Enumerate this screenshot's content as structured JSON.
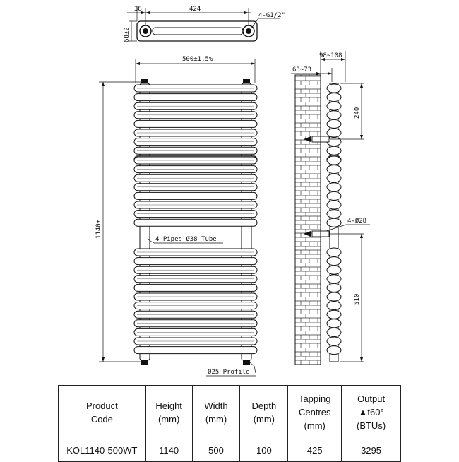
{
  "drawing": {
    "top_view": {
      "dim_offset": "38",
      "dim_centres": "424",
      "dim_depth": "68±2",
      "thread_note": "4-G1/2\""
    },
    "front_view": {
      "dim_width": "500±1.5%",
      "dim_height": "1140±",
      "pipes_note": "4 Pipes Ø38 Tube",
      "profile_note": "Ø25 Profile"
    },
    "side_view": {
      "dim_projection": "98~108",
      "dim_wall_gap": "63~73",
      "dim_top_bracket": "240",
      "dim_bottom_bracket": "510",
      "fixings_note": "4-Ø28"
    }
  },
  "spec_table": {
    "headers": {
      "product_code": [
        "Product",
        "Code"
      ],
      "height": [
        "Height",
        "(mm)"
      ],
      "width": [
        "Width",
        "(mm)"
      ],
      "depth": [
        "Depth",
        "(mm)"
      ],
      "tapping": [
        "Tapping",
        "Centres",
        "(mm)"
      ],
      "output": [
        "Output",
        "▲t60° (BTUs)"
      ]
    },
    "row": {
      "product_code": "KOL1140-500WT",
      "height": "1140",
      "width": "500",
      "depth": "100",
      "tapping": "425",
      "output": "3295"
    }
  }
}
